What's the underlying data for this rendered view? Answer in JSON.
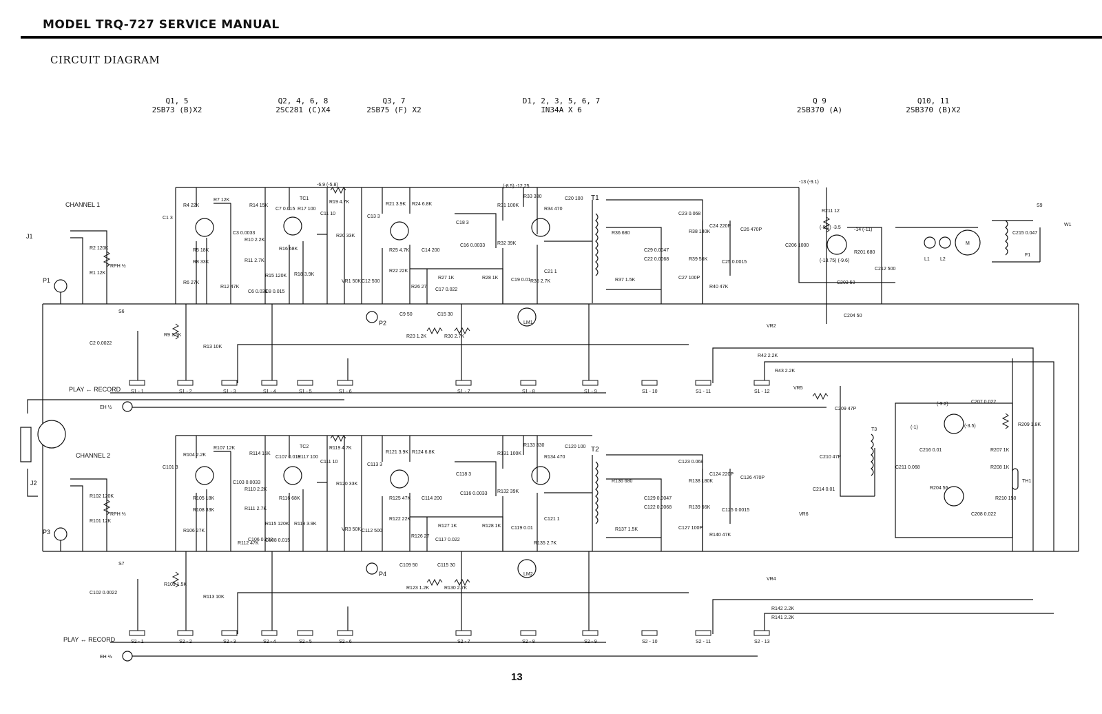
{
  "header": {
    "title": "MODEL TRQ-727 SERVICE MANUAL"
  },
  "section_title": "CIRCUIT DIAGRAM",
  "page_number": "13",
  "semiconductors": [
    {
      "ref": "Q1, 5",
      "part": "2SB73 (B)X2"
    },
    {
      "ref": "Q2, 4, 6, 8",
      "part": "2SC281 (C)X4"
    },
    {
      "ref": "Q3, 7",
      "part": "2SB75 (F) X2"
    },
    {
      "ref": "D1, 2, 3, 5, 6, 7",
      "part": "IN34A X 6"
    },
    {
      "ref": "Q 9",
      "part": "2SB370 (A)"
    },
    {
      "ref": "Q10, 11",
      "part": "2SB370 (B)X2"
    }
  ],
  "channels": {
    "ch1": "CHANNEL   1",
    "ch2": "CHANNEL   2"
  },
  "jacks": {
    "j1": "J1",
    "j2": "J2",
    "p1": "P1",
    "p2": "P2",
    "p3": "P3",
    "p4": "P4"
  },
  "rph": {
    "r1": "RPH ½",
    "r2": "RPH ⅔"
  },
  "eh": {
    "e1": "EH ½",
    "e2": "EH ⅔"
  },
  "switches": {
    "s6": "S6",
    "s7": "S7",
    "s9": "S9",
    "f1": "F1",
    "w1": "W1"
  },
  "play_record": {
    "p1": "PLAY ← RECORD",
    "p2": "PLAY ↔ RECORD"
  },
  "transformers": {
    "t1": "T1",
    "t2": "T2",
    "t3": "T3"
  },
  "meters": {
    "lm1": "LM1",
    "lm2": "LM2"
  },
  "motor": {
    "m": "M",
    "l1": "L1",
    "l2": "L2",
    "th": "TH1"
  },
  "vrs": {
    "vr1": "VR1 50K",
    "vr2": "VR2",
    "vr3": "VR3 50K",
    "vr4": "VR4",
    "vr5": "VR5",
    "vr6": "VR6"
  },
  "slide_switches_row1": [
    "S1 - 1",
    "S1 - 2",
    "S1 - 3",
    "S1 - 4",
    "S1 - 5",
    "S1 - 6",
    "S1 - 7",
    "S1 - 8",
    "S1 - 9",
    "S1 - 10",
    "S1 - 11",
    "S1 - 12"
  ],
  "slide_switches_row2": [
    "S2 - 1",
    "S2 - 2",
    "S2 - 3",
    "S2 - 4",
    "S2 - 5",
    "S2 - 6",
    "S2 - 7",
    "S2 - 8",
    "S2 - 9",
    "S2 - 10",
    "S2 - 11",
    "S2 - 13"
  ],
  "components_ch1": {
    "c1": "C1 3",
    "r2": "R2 120K",
    "r1": "R1 12K",
    "c2": "C2 0.0022",
    "r4": "R4 22K",
    "r6": "R6 27K",
    "r5": "R5 18K",
    "r8": "R8 33K",
    "r7": "R7 12K",
    "c3": "C3 0.0033",
    "r9": "R9 1.5K",
    "r13": "R13 10K",
    "r14": "R14 15K",
    "c7": "C7 0.015",
    "r17": "R17 100",
    "c11": "C11 10",
    "r19": "R19 4.7K",
    "r16": "R16 68K",
    "r15": "R15 120K",
    "r18": "R18 3.9K",
    "c8": "C8 0.015",
    "c6": "C6 0.033",
    "r10": "R10 2.2K",
    "r11": "R11 2.7K",
    "r12": "R12 47K",
    "tc1": "TC1",
    "r20": "R20 33K",
    "c12": "C12 500",
    "c13": "C13 3",
    "r21": "R21 3.9K",
    "r24": "R24 6.8K",
    "r25": "R25 4.7K",
    "r22": "R22 22K",
    "r26": "R26 27",
    "c14": "C14 200",
    "c16": "C16 0.0033",
    "r27": "R27 1K",
    "r28": "R28 1K",
    "c17": "C17 0.022",
    "c18": "C18 3",
    "c19": "C19 0.01",
    "c9": "C9 50",
    "c15": "C15 30",
    "r23": "R23 1.2K",
    "r30": "R30 2.7K",
    "r31": "R31 100K",
    "r32": "R32 39K",
    "r33": "R33 330",
    "r34": "R34 470",
    "c20": "C20 100",
    "r35": "R35 2.7K",
    "c21": "C21 1",
    "r36": "R36 680",
    "r37": "R37 1.5K",
    "c29": "C29 0.0047",
    "c22": "C22 0.0068",
    "c23": "C23 0.068",
    "r38": "R38 180K",
    "c24": "C24 220P",
    "c26": "C26 470P",
    "r39": "R39 56K",
    "c25": "C25 0.0015",
    "c27": "C27 100P",
    "r40": "R40 47K",
    "c206": "C206 1000"
  },
  "components_ch2": {
    "c101": "C101 3",
    "r102": "R102 120K",
    "r101": "R101 12K",
    "c102": "C102 0.0022",
    "r104": "R104 2.2K",
    "r106": "R106 27K",
    "r105": "R105 18K",
    "r108": "R108 33K",
    "r107": "R107 12K",
    "c103": "C103 0.0033",
    "r109": "R109 1.5K",
    "r113": "R113 10K",
    "r114": "R114 15K",
    "c107": "C107 0.015",
    "r117": "R117 100",
    "c111": "C111 10",
    "r119": "R119 4.7K",
    "r116": "R116 68K",
    "r115": "R115 120K",
    "r118": "R118 3.9K",
    "c108": "C108 0.015",
    "c106": "C106 0.033",
    "r110": "R110 2.2K",
    "r111": "R111 2.7K",
    "r112": "R112 47K",
    "tc2": "TC2",
    "r120": "R120 33K",
    "c112": "C112 500",
    "c113": "C113 3",
    "r121": "R121 3.9K",
    "r124": "R124 6.8K",
    "r125": "R125 47K",
    "r122": "R122 22K",
    "r126": "R126 27",
    "c114": "C114 200",
    "c116": "C116 0.0033",
    "r127": "R127 1K",
    "r128": "R128 1K",
    "c117": "C117 0.022",
    "c118": "C118 3",
    "c119": "C119 0.01",
    "c109": "C109 50",
    "c115": "C115 30",
    "r123": "R123 1.2K",
    "r130": "R130 2.7K",
    "r131": "R131 100K",
    "r132": "R132 39K",
    "r133": "R133 330",
    "r134": "R134 470",
    "c120": "C120 100",
    "r135": "R135 2.7K",
    "c121": "C121 1",
    "r136": "R136 680",
    "r137": "R137 1.5K",
    "c129": "C129 0.0047",
    "c122": "C122 0.0068",
    "c123": "C123 0.068",
    "r138": "R138 180K",
    "c124": "C124 220P",
    "c126": "C126 470P",
    "r139": "R139 56K",
    "c125": "C125 0.0015",
    "c127": "C127 100P",
    "r140": "R140 47K"
  },
  "components_misc": {
    "r211": "R211 12",
    "r201": "R201 680",
    "c212": "C212 500",
    "c203": "C203 50",
    "c204": "C204 50",
    "c215": "C215 0.047",
    "r42": "R42 2.2K",
    "r43": "R43 2.2K",
    "r142": "R142 2.2K",
    "r141": "R141 2.2K",
    "c209": "C209 47P",
    "c210": "C210 47P",
    "c214": "C214 0.01",
    "c207": "C207 0.022",
    "c216": "C216 0.01",
    "c211": "C211 0.068",
    "r204": "R204 56",
    "r207": "R207 1K",
    "r208": "R208 1K",
    "r209": "R209 1.8K",
    "r210": "R210 150",
    "c208": "C208 0.022"
  },
  "voltages": {
    "v1": "-6.9 (-5.8)",
    "v2": "(-8.5) -12.25",
    "v3": "-13 (-9.1)",
    "v4": "(-9.2) -3.5",
    "v5": "-14 (-11)",
    "v6": "(-13.75) (-9.6)",
    "v7": "(-9.2)",
    "v8": "(-1)",
    "v9": "(-3.5)"
  }
}
